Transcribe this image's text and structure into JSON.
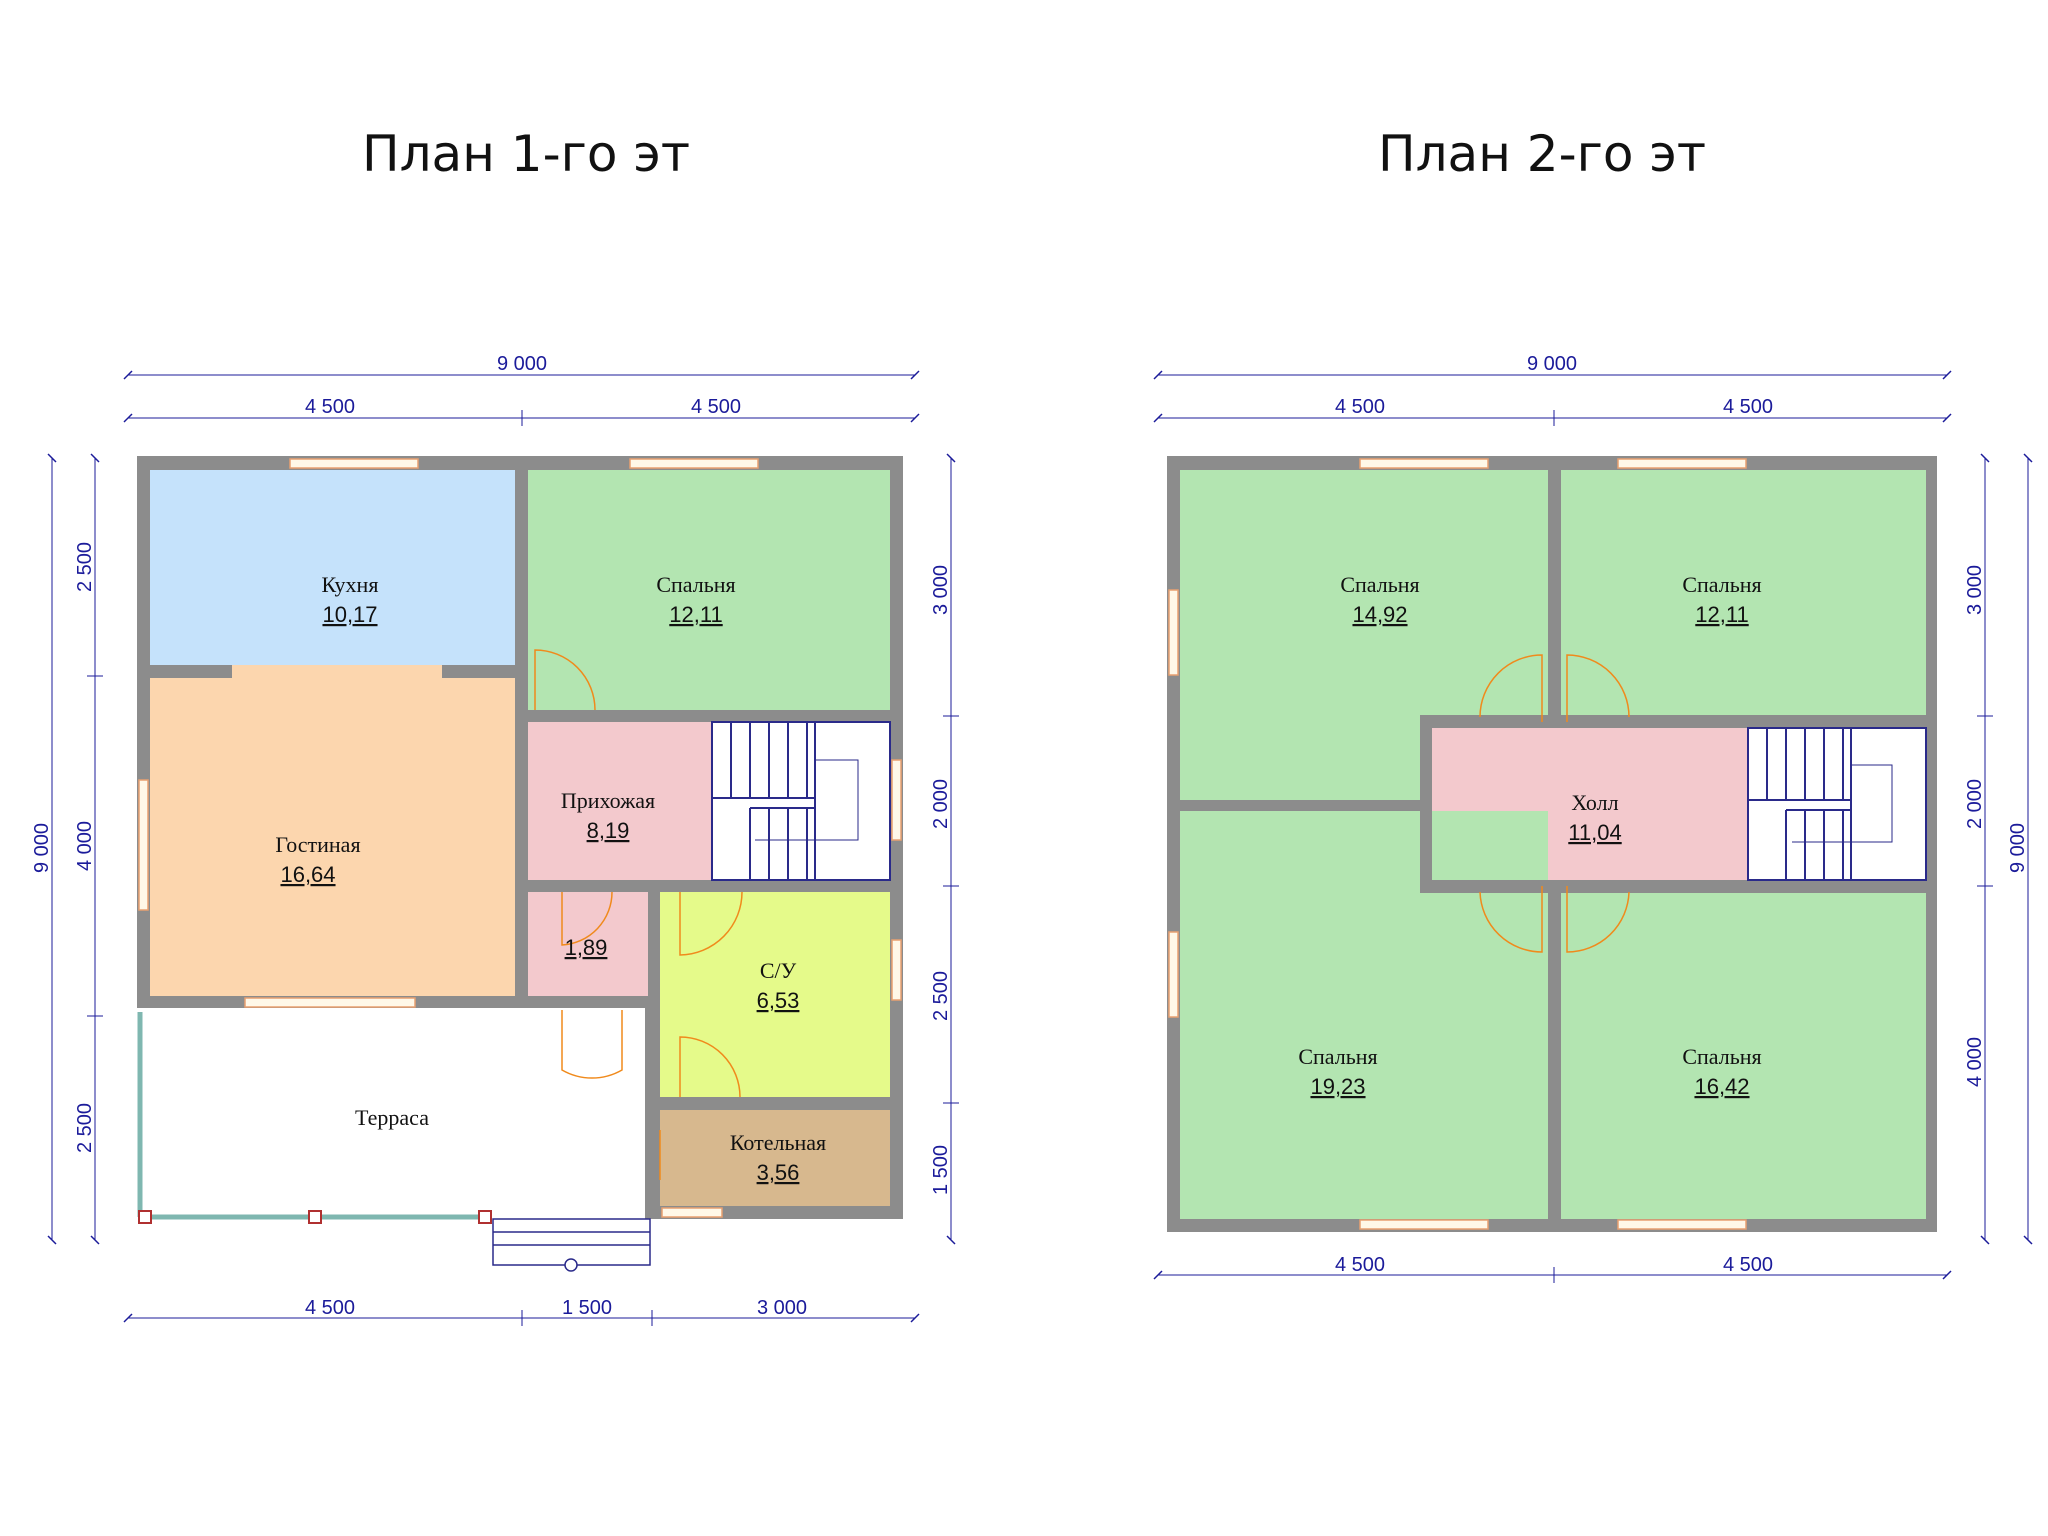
{
  "plan1": {
    "title": "План 1-го эт",
    "rooms": {
      "kitchen": {
        "name": "Кухня",
        "area": "10,17"
      },
      "bedroom": {
        "name": "Спальня",
        "area": "12,11"
      },
      "living": {
        "name": "Гостиная",
        "area": "16,64"
      },
      "hall": {
        "name": "Прихожая",
        "area": "8,19"
      },
      "closet": {
        "area": "1,89"
      },
      "bath": {
        "name": "С/У",
        "area": "6,53"
      },
      "terrace": {
        "name": "Терраса"
      },
      "boiler": {
        "name": "Котельная",
        "area": "3,56"
      }
    },
    "dims": {
      "top_total": "9 000",
      "top_left": "4 500",
      "top_right": "4 500",
      "left_total": "9 000",
      "left_a": "2 500",
      "left_b": "4 000",
      "left_c": "2 500",
      "right_a": "3 000",
      "right_b": "2 000",
      "right_c": "2 500",
      "right_d": "1 500",
      "bottom_a": "4 500",
      "bottom_b": "1 500",
      "bottom_c": "3 000"
    }
  },
  "plan2": {
    "title": "План 2-го эт",
    "rooms": {
      "bed_tl": {
        "name": "Спальня",
        "area": "14,92"
      },
      "bed_tr": {
        "name": "Спальня",
        "area": "12,11"
      },
      "hall": {
        "name": "Холл",
        "area": "11,04"
      },
      "bed_bl": {
        "name": "Спальня",
        "area": "19,23"
      },
      "bed_br": {
        "name": "Спальня",
        "area": "16,42"
      }
    },
    "dims": {
      "top_total": "9 000",
      "top_left": "4 500",
      "top_right": "4 500",
      "right_a": "3 000",
      "right_b": "2 000",
      "right_c": "4 000",
      "right_total": "9 000",
      "bottom_left": "4 500",
      "bottom_right": "4 500"
    }
  },
  "colors": {
    "wall": "#8c8c8c",
    "kitchen": "#c5e2fb",
    "bedroom": "#b3e5b1",
    "living": "#fcd6ae",
    "hall": "#f3c9cd",
    "bath": "#e5fa8a",
    "boiler": "#d7b88e",
    "dimension": "#1b1b9a",
    "door": "#f08a1c",
    "stairs": "#2a2a8a"
  }
}
